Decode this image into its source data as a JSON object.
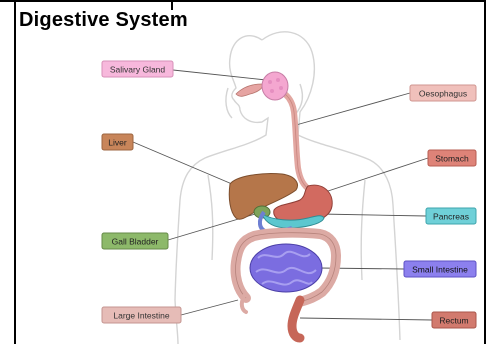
{
  "title": "Digestive System",
  "labels": {
    "salivary_gland": "Salivary Gland",
    "oesophagus": "Oesophagus",
    "liver": "Liver",
    "stomach": "Stomach",
    "pancreas": "Pancreas",
    "gall_bladder": "Gall Bladder",
    "small_intestine": "Small Intestine",
    "large_intestine": "Large Intestine",
    "rectum": "Rectum"
  },
  "colors": {
    "salivary_gland": "#f4a7d0",
    "oesophagus": "#e8a9a4",
    "liver": "#b5764a",
    "stomach": "#d26a60",
    "pancreas": "#5cc7cf",
    "gall_bladder": "#7da35a",
    "small_intestine": "#7b6de0",
    "large_intestine": "#dcaaa4",
    "rectum": "#c66658"
  }
}
